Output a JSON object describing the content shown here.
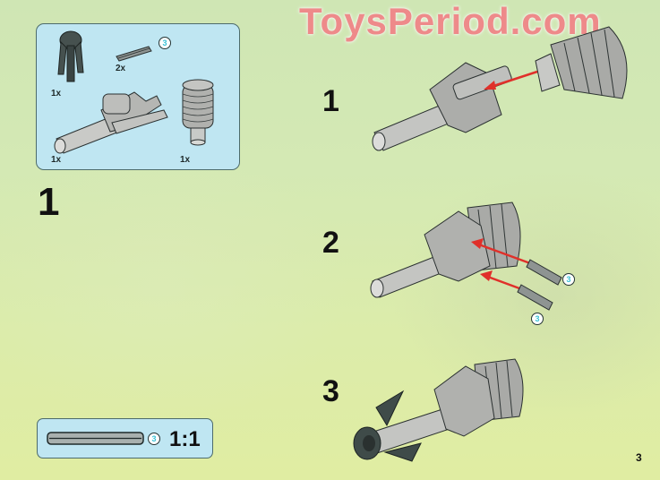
{
  "watermark": "ToysPeriod.com",
  "parts_list": {
    "items": [
      {
        "name": "dark-grey-claw-piece",
        "quantity": "1x"
      },
      {
        "name": "cross-axle-3",
        "quantity": "2x",
        "callout": "3"
      },
      {
        "name": "grey-launcher-assembly",
        "quantity": "1x"
      },
      {
        "name": "ribbed-cylinder",
        "quantity": "1x"
      }
    ]
  },
  "main_step_number": "1",
  "sub_steps": [
    {
      "number": "1"
    },
    {
      "number": "2",
      "callouts": [
        "3",
        "3"
      ]
    },
    {
      "number": "3"
    }
  ],
  "scale_reference": {
    "callout": "3",
    "ratio": "1:1"
  },
  "page_number": "3",
  "colors": {
    "panel_bg": "#bfe6f2",
    "panel_border": "#4d6b6b",
    "watermark": "#ee8a8a",
    "arrow": "#e0302a",
    "callout_text": "#39c2d6",
    "part_grey": "#a9a9a6",
    "part_dark": "#3f4b49"
  }
}
